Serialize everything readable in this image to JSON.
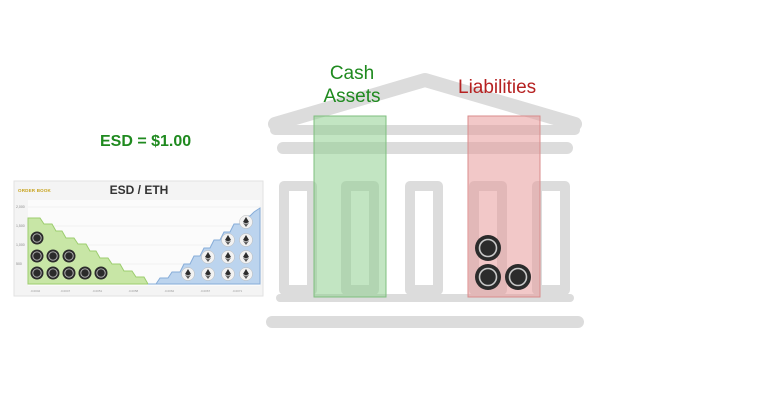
{
  "price": {
    "text": "ESD = $1.00"
  },
  "cash_assets": {
    "line1": "Cash",
    "line2": "Assets"
  },
  "liabilities": {
    "text": "Liabilities"
  },
  "order_book": {
    "header": "ORDER BOOK",
    "title": "ESD / ETH",
    "y_ticks": [
      "2,000",
      "1,500",
      "1,000",
      "500"
    ]
  },
  "colors": {
    "green_text": "#1f8a1f",
    "red_text": "#b62222",
    "cash_fill": "#8fcf8f",
    "liab_fill": "#e89a9a",
    "bank_gray": "#dcdcdc",
    "coin_dark": "#2b2b2b",
    "bid_area": "#c8e6a6",
    "ask_area": "#bcd4ee"
  },
  "icons": {
    "bank": "bank-building-icon",
    "coin": "coin-icon",
    "eth": "ethereum-icon"
  }
}
